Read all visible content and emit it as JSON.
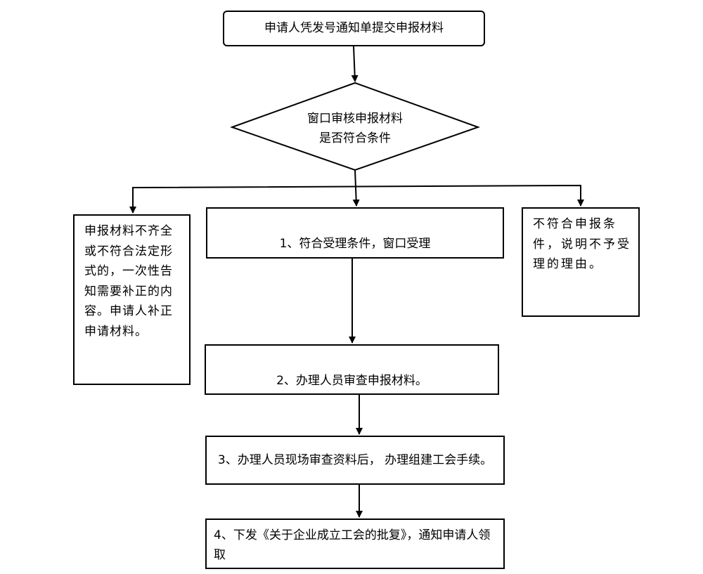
{
  "flowchart": {
    "start": "申请人凭发号通知单提交申报材料",
    "decision": {
      "line1": "窗口审核申报材料",
      "line2": "是否符合条件"
    },
    "incomplete": "申报材料不齐全或不符合法定形式的，一次性告知需要补正的内容。申请人补正申请材料。",
    "accept": "1、符合受理条件，窗口受理",
    "reject": "不符合申报条件，说明不予受理的理由。",
    "review": "2、办理人员审查申报材料。",
    "onsite": "3、办理人员现场审查资料后， 办理组建工会手续。",
    "issue": "4、下发《关于企业成立工会的批复》，通知申请人领取"
  }
}
